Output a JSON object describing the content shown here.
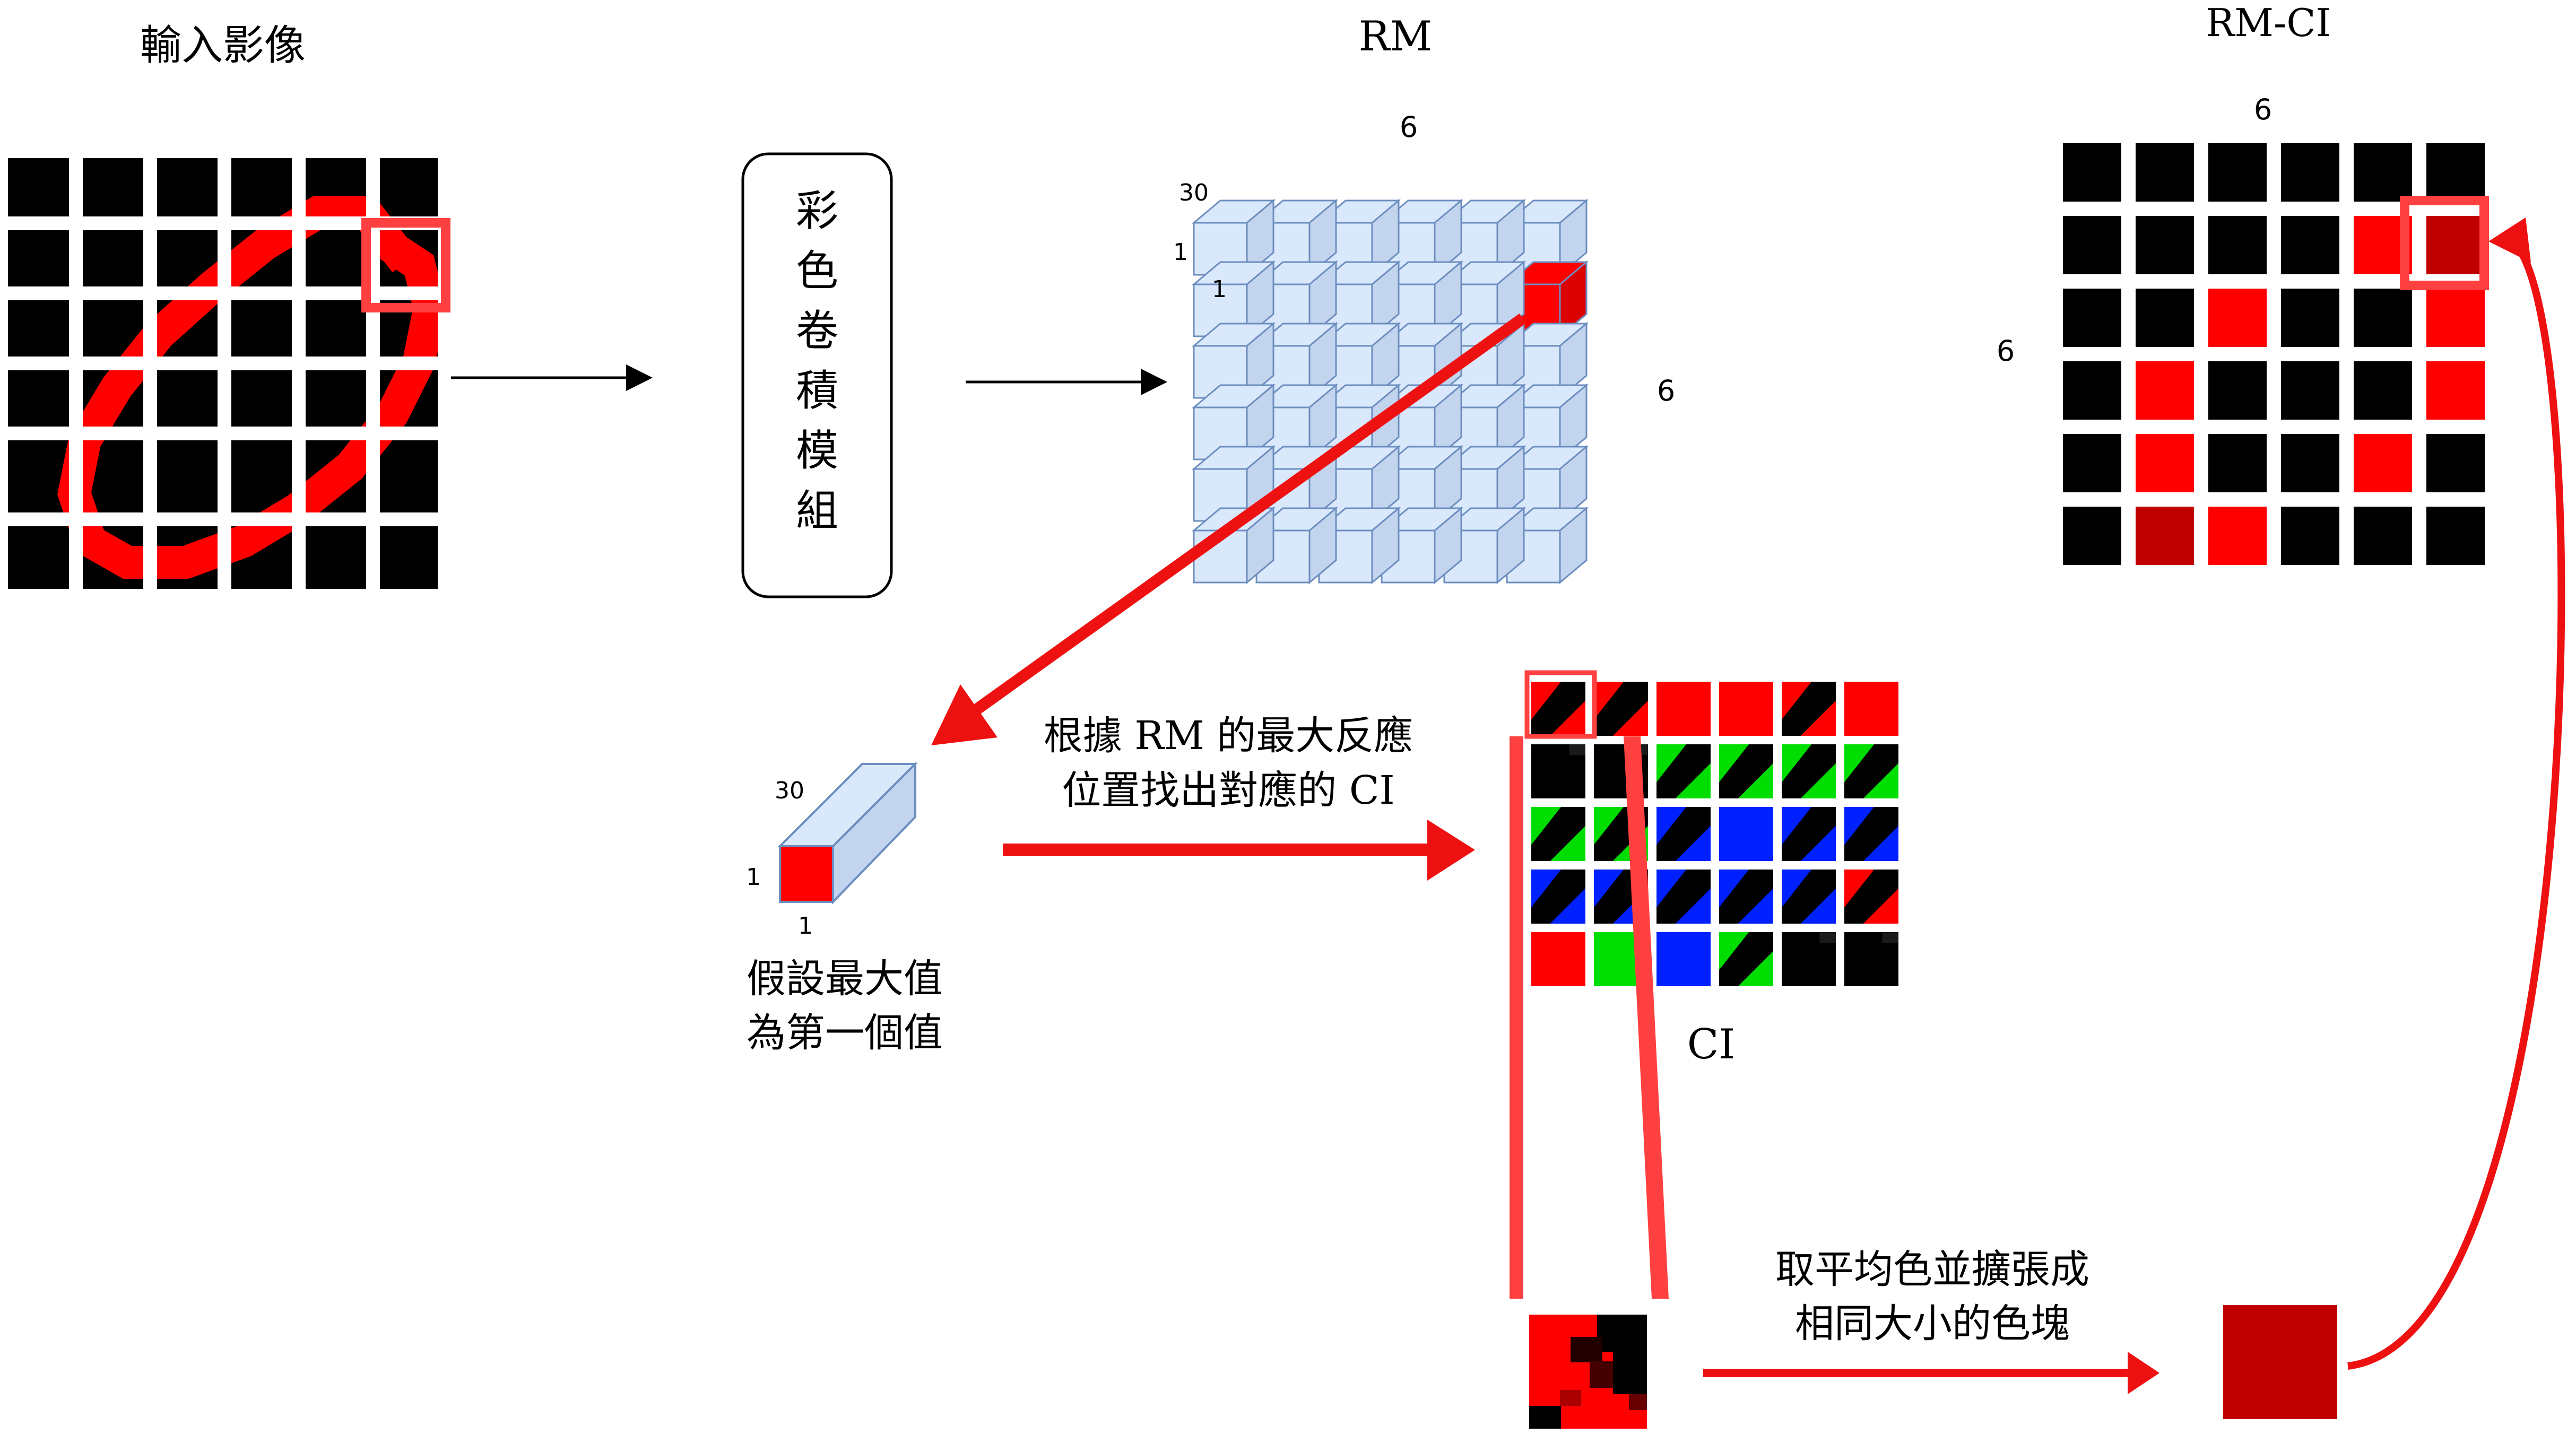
{
  "labels": {
    "input_title": "輸入影像",
    "rm_title": "RM",
    "rmci_title": "RM-CI",
    "ci_title": "CI",
    "module_text": "彩色卷積模組",
    "rm_dim_top": "6",
    "rm_dim_right": "6",
    "rm_depth": "30",
    "rm_one_a": "1",
    "rm_one_b": "1",
    "rmci_dim_top": "6",
    "rmci_dim_left": "6",
    "vec_depth": "30",
    "vec_one_left": "1",
    "vec_one_bottom": "1",
    "assume_line1": "假設最大值",
    "assume_line2": "為第一個值",
    "find_line1": "根據 RM 的最大反應",
    "find_line2": "位置找出對應的 CI",
    "avg_line1": "取平均色並擴張成",
    "avg_line2": "相同大小的色塊"
  },
  "colors": {
    "red": "#ff0000",
    "dark_red": "#c00000",
    "black": "#000000",
    "green": "#00dd00",
    "blue": "#0020ff",
    "cube_face": "#dae8fc",
    "cube_stroke": "#6c8ebf",
    "highlight": "#ff4040",
    "arrow_red": "#ee1111"
  },
  "rmci_grid": [
    [
      "K",
      "K",
      "K",
      "K",
      "K",
      "K"
    ],
    [
      "K",
      "K",
      "K",
      "K",
      "R",
      "D"
    ],
    [
      "K",
      "K",
      "R",
      "K",
      "K",
      "R"
    ],
    [
      "K",
      "R",
      "K",
      "K",
      "K",
      "R"
    ],
    [
      "K",
      "R",
      "K",
      "K",
      "R",
      "K"
    ],
    [
      "K",
      "D",
      "R",
      "K",
      "K",
      "K"
    ]
  ],
  "ci_grid": [
    [
      "RK",
      "RK",
      "R",
      "R",
      "RK",
      "R"
    ],
    [
      "K",
      "K",
      "GK",
      "GK",
      "GK",
      "GK"
    ],
    [
      "GK",
      "GK",
      "BK",
      "B",
      "BK",
      "BK"
    ],
    [
      "BK",
      "BK",
      "BK",
      "BK",
      "BK",
      "RK"
    ],
    [
      "R",
      "G",
      "B",
      "GK",
      "K",
      "K"
    ]
  ]
}
